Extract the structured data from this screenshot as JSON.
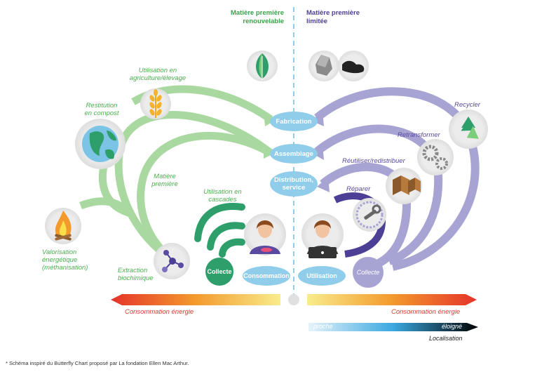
{
  "headers": {
    "renewable": [
      "Matière première",
      "renouvelable"
    ],
    "limited": [
      "Matière première",
      "limitée"
    ]
  },
  "left_labels": {
    "agriculture": [
      "Utilisation en",
      "agriculture/élevage"
    ],
    "compost": [
      "Restitution",
      "en compost"
    ],
    "raw_material": [
      "Matière",
      "première"
    ],
    "cascades": [
      "Utilisation en",
      "cascades"
    ],
    "energy_recovery": [
      "Valorisation",
      "énergétique",
      "(méthanisation)"
    ],
    "extraction": [
      "Extraction",
      "biochimique"
    ]
  },
  "right_labels": {
    "recycle": "Recycler",
    "retransform": "Retransformer",
    "reuse": "Réutiliser/redistribuer",
    "repair": "Réparer"
  },
  "center_steps": {
    "fabrication": "Fabrication",
    "assemblage": "Assemblage",
    "distribution": [
      "Distribution,",
      "service"
    ]
  },
  "bottom_pills": {
    "collecte_left": "Collecte",
    "consommation": "Consommation",
    "utilisation": "Utilisation",
    "collecte_right": "Collecte"
  },
  "energy_bar": {
    "left_label": "Consommation énergie",
    "right_label": "Consommation énergie"
  },
  "localisation_bar": {
    "near": "proche",
    "far": "éloigné",
    "title": "Localisation"
  },
  "footnote": "* Schéma inspiré du Butterfly Chart proposé par La fondation Ellen Mac Arthur.",
  "colors": {
    "green": "#a9d9a0",
    "green_dark": "#2e9e6a",
    "purple": "#a7a4d4",
    "purple_dark": "#4b3f96",
    "pill_blue": "#8fcdea",
    "energy_red": "#e5332a",
    "energy_yellow": "#f7e43a",
    "header_green": "#3aa34a",
    "header_purple": "#4b3f96"
  },
  "icons": [
    "leaf-icon",
    "rock-icon",
    "oil-icon",
    "wheat-icon",
    "globe-icon",
    "fire-icon",
    "molecule-icon",
    "recycle-icon",
    "gears-icon",
    "boxes-icon",
    "wrench-icon",
    "woman-eating-icon",
    "woman-laptop-icon"
  ]
}
